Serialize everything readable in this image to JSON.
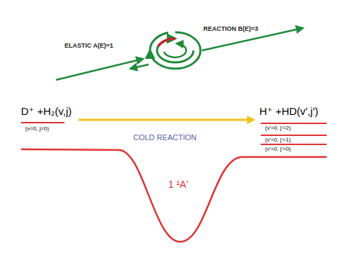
{
  "diagram": {
    "labels": [
      "ELASTIC A(E)=1",
      "REACTION B(E)=3",
      "D⁺ +H₂(v,j)",
      "(v=0, j=0)",
      "H⁺ +HD(v',j')",
      "COLD REACTION",
      "(v'=0, j'=2)",
      "(v'=0, j'=1)",
      "(v'=0, j'=0)",
      "1 ¹A'"
    ]
  }
}
